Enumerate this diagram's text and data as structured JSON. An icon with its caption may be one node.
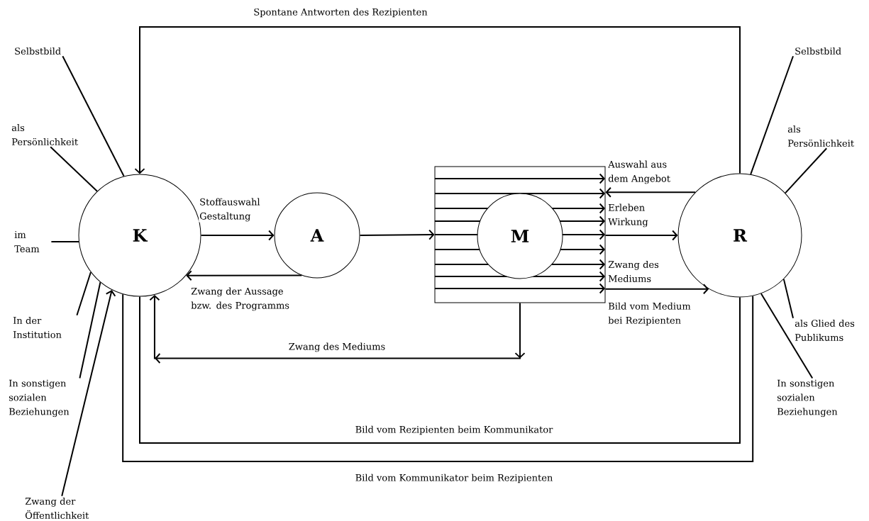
{
  "diagram": {
    "nodes": [
      {
        "text": [
          "K"
        ]
      },
      {
        "text": [
          "A"
        ]
      },
      {
        "text": [],
        "shape": "box"
      },
      {
        "text": [
          "M"
        ],
        "in": 2
      },
      {
        "text": [
          "R"
        ]
      },
      {
        "text": [
          "Selbstbild"
        ]
      },
      {
        "text": [
          "als Persönlichkeit"
        ]
      },
      {
        "text": [
          "im Team"
        ]
      },
      {
        "text": [
          "In der Institution"
        ]
      },
      {
        "text": [
          "In sonstigen sozialen Beziehungen"
        ]
      },
      {
        "text": [
          "Zwang der Öffentlichkeit"
        ]
      },
      {
        "text": [
          "Selbstbild"
        ]
      },
      {
        "text": [
          "als Persönlichkeit"
        ]
      },
      {
        "text": [
          "als Glied des Publikums"
        ]
      },
      {
        "text": [
          "In sonstigen sozialen Beziehungen"
        ]
      }
    ],
    "edges": [
      {
        "from": 0,
        "to": 1,
        "arrow": "to",
        "label": "Stoffauswahl Gestaltung"
      },
      {
        "from": 1,
        "to": 0,
        "arrow": "to",
        "label": "Zwang der Aussage bzw. des Programms"
      },
      {
        "from": 1,
        "to": 2,
        "arrow": "to"
      },
      {
        "from": 2,
        "to": 0,
        "arrow": "to",
        "label": "Zwang des Mediums"
      },
      {
        "from": 4,
        "to": 0,
        "arrow": "to",
        "label": "Spontane Antworten des Rezipienten"
      },
      {
        "from": 4,
        "to": 2,
        "arrow": "to",
        "label": "Auswahl aus dem Angebot"
      },
      {
        "from": 2,
        "to": 4,
        "arrow": "to",
        "label": "Erleben Wirkung"
      },
      {
        "from": 2,
        "to": 4,
        "arrow": "to",
        "label": "Bild vom Medium bei Rezipienten"
      },
      {
        "from": 0,
        "to": 4,
        "arrow": "none",
        "label": "Bild vom Rezipienten beim Kommunikator"
      },
      {
        "from": 0,
        "to": 4,
        "arrow": "none",
        "label": "Bild vom Kommunikator beim Rezipienten"
      },
      {
        "from": 5,
        "to": 0,
        "arrow": "none"
      },
      {
        "from": 6,
        "to": 0,
        "arrow": "none"
      },
      {
        "from": 7,
        "to": 0,
        "arrow": "none"
      },
      {
        "from": 8,
        "to": 0,
        "arrow": "none"
      },
      {
        "from": 9,
        "to": 0,
        "arrow": "none"
      },
      {
        "from": 10,
        "to": 0,
        "arrow": "to"
      },
      {
        "from": 11,
        "to": 4,
        "arrow": "none"
      },
      {
        "from": 12,
        "to": 4,
        "arrow": "none"
      },
      {
        "from": 13,
        "to": 4,
        "arrow": "none"
      },
      {
        "from": 14,
        "to": 4,
        "arrow": "none"
      }
    ],
    "labels": [
      "Zwang des Mediums"
    ]
  }
}
